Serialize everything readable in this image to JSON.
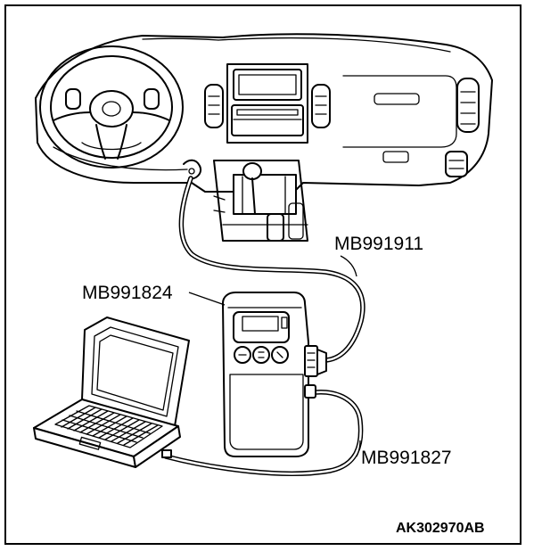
{
  "labels": {
    "cable_top": "MB991911",
    "device": "MB991824",
    "cable_bottom": "MB991827",
    "figure_id": "AK302970AB"
  },
  "colors": {
    "line": "#000000",
    "background": "#ffffff"
  }
}
